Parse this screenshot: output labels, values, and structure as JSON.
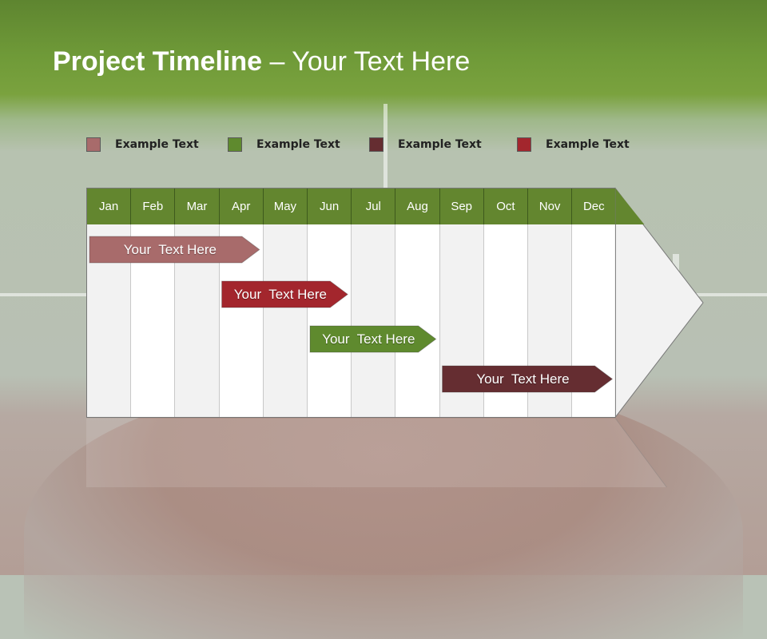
{
  "title": {
    "bold": "Project Timeline",
    "rest": " – Your Text Here"
  },
  "legend": [
    {
      "label": "Example Text",
      "color": "#a86b6b"
    },
    {
      "label": "Example Text",
      "color": "#5f8a2e"
    },
    {
      "label": "Example Text",
      "color": "#652d31"
    },
    {
      "label": "Example Text",
      "color": "#a3262d"
    }
  ],
  "months": [
    "Jan",
    "Feb",
    "Mar",
    "Apr",
    "May",
    "Jun",
    "Jul",
    "Aug",
    "Sep",
    "Oct",
    "Nov",
    "Dec"
  ],
  "tasks": [
    {
      "label": "Your  Text Here",
      "start_month": "Jan",
      "end_month": "Apr",
      "color": "#a86b6b"
    },
    {
      "label": "Your  Text Here",
      "start_month": "Apr",
      "end_month": "Jun",
      "color": "#a3262d"
    },
    {
      "label": "Your  Text Here",
      "start_month": "Jun",
      "end_month": "Aug",
      "color": "#5f8a2e"
    },
    {
      "label": "Your  Text Here",
      "start_month": "Sep",
      "end_month": "Dec",
      "color": "#652d31"
    }
  ],
  "colors": {
    "header": "#63862f",
    "title_band": "#6f9a38"
  }
}
